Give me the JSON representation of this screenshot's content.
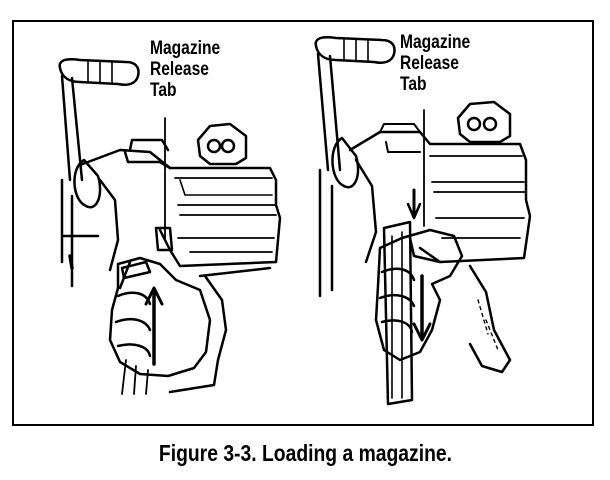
{
  "figure": {
    "left_panel": {
      "label_lines": [
        "Magazine",
        "Release",
        "Tab"
      ]
    },
    "right_panel": {
      "label_lines": [
        "Magazine",
        "Release",
        "Tab"
      ]
    },
    "caption": "Figure 3-3. Loading a magazine."
  },
  "colors": {
    "ink": "#000000",
    "paper": "#ffffff"
  }
}
